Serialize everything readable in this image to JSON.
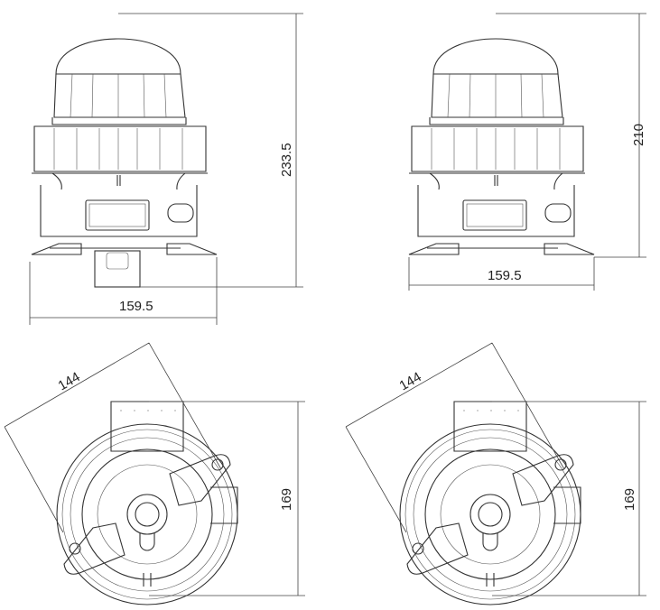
{
  "front_view": {
    "height_label": "233.5",
    "width_label": "159.5"
  },
  "side_view": {
    "height_label": "210",
    "width_label": "159.5"
  },
  "bottom_view_left": {
    "diagonal_label": "144",
    "height_label": "169"
  },
  "bottom_view_right": {
    "diagonal_label": "144",
    "height_label": "169"
  }
}
